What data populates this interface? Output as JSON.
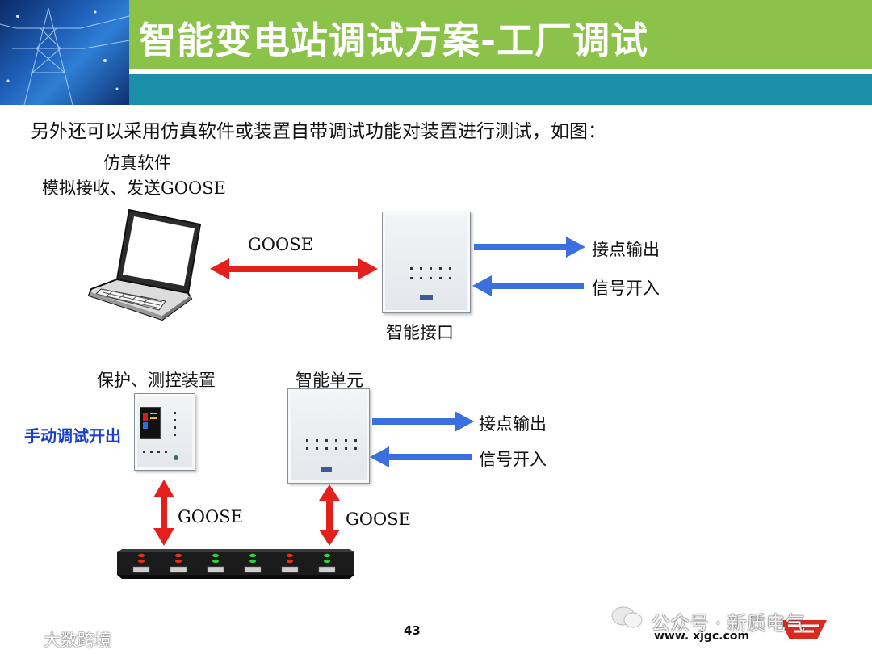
{
  "header": {
    "title": "智能变电站调试方案-工厂调试",
    "colors": {
      "green": "#8bc34a",
      "blue": "#1c8fa8"
    }
  },
  "intro_text": "另外还可以采用仿真软件或装置自带调试功能对装置进行测试，如图：",
  "laptop_label": {
    "line1": "仿真软件",
    "line2": "模拟接收、发送GOOSE"
  },
  "top_section": {
    "goose_label": "GOOSE",
    "device_label": "智能接口",
    "out_label": "接点输出",
    "in_label": "信号开入"
  },
  "bottom_section": {
    "protect_label": "保护、测控装置",
    "manual_label": "手动调试开出",
    "unit_label": "智能单元",
    "out_label": "接点输出",
    "in_label": "信号开入",
    "goose_left": "GOOSE",
    "goose_right": "GOOSE"
  },
  "switch_leds": [
    "red",
    "red",
    "green",
    "green",
    "red",
    "green"
  ],
  "footer": {
    "page_number": "43",
    "url": "www. xjgc.com",
    "watermark_left": "大数跨境",
    "watermark_right": "公众号 · 新质电气"
  },
  "colors": {
    "red_arrow": "#e3201b",
    "blue_arrow": "#3a6fe0",
    "manual_blue": "#1a3fd0"
  }
}
